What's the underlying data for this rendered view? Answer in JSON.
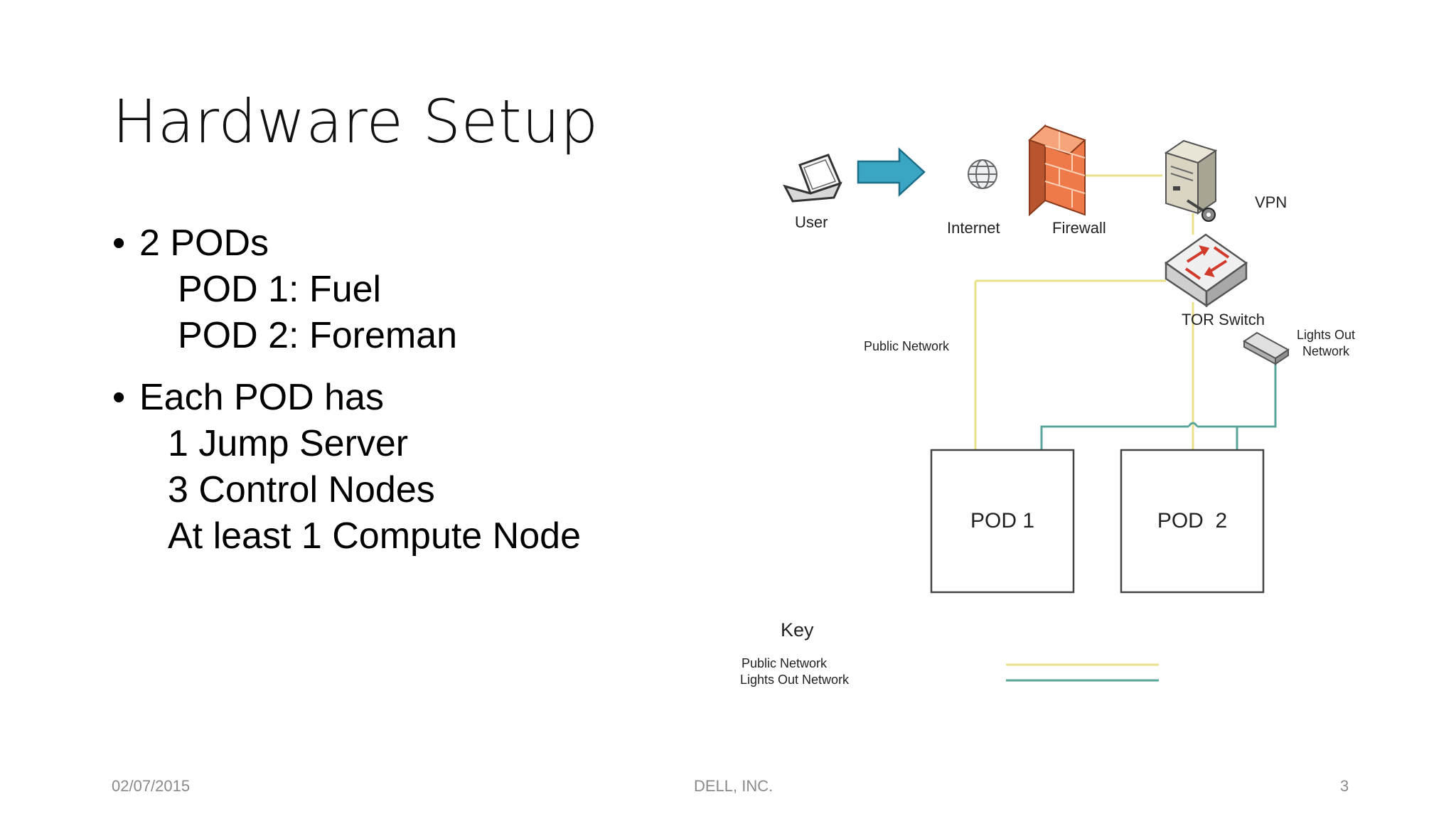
{
  "slide": {
    "title": "Hardware Setup",
    "bullets": [
      {
        "text": "2 PODs",
        "subitems": [
          "POD 1: Fuel",
          "POD 2: Foreman"
        ]
      },
      {
        "text": "Each POD has",
        "subitems": [
          "1 Jump Server",
          "3 Control Nodes",
          "At least 1 Compute Node"
        ]
      }
    ]
  },
  "diagram": {
    "labels": {
      "user": "User",
      "internet": "Internet",
      "firewall": "Firewall",
      "vpn": "VPN",
      "tor_switch": "TOR Switch",
      "lights_out_network": [
        "Lights Out",
        "Network"
      ],
      "public_network": "Public Network",
      "pod1": "POD 1",
      "pod2": "POD  2"
    },
    "key": {
      "title": "Key",
      "entries": [
        {
          "label": "Public Network",
          "color": "#e8e08a"
        },
        {
          "label": "Lights Out Network",
          "color": "#5aa59a"
        }
      ]
    },
    "colors": {
      "public_line": "#e8e08a",
      "lights_out_line": "#5aa59a",
      "arrow": "#3aa6c4",
      "firewall": "#ee7a4a"
    }
  },
  "footer": {
    "date": "02/07/2015",
    "company": "DELL, INC.",
    "page": "3"
  }
}
